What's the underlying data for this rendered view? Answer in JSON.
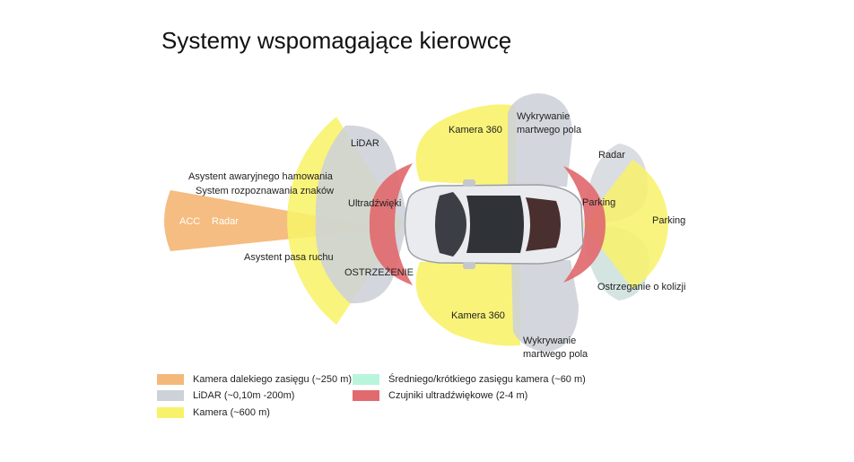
{
  "title": "Systemy wspomagające kierowcę",
  "colors": {
    "long_range": "#f4b97a",
    "lidar": "#cdd2d8",
    "camera": "#f8f26a",
    "mid_short": "#b9f5dc",
    "ultrasonic": "#e16a6f",
    "car_body": "#e9ebee"
  },
  "labels": {
    "acc": "ACC",
    "radar_front": "Radar",
    "emergency_brake": "Asystent awaryjnego hamowania",
    "sign_recognition": "System rozpoznawania znaków",
    "lane_assist": "Asystent pasa ruchu",
    "lidar": "LiDAR",
    "ultrasonic": "Ultradźwięki",
    "warning": "OSTRZEŻENIE",
    "camera360_top": "Kamera 360",
    "camera360_bottom": "Kamera 360",
    "blind_spot_top": [
      "Wykrywanie",
      "martwego pola"
    ],
    "blind_spot_bottom": [
      "Wykrywanie",
      "martwego pola"
    ],
    "radar_rear": "Radar",
    "parking_rear_inner": "Parking",
    "parking_rear_outer": "Parking",
    "collision_warning": "Ostrzeganie o kolizji"
  },
  "legend": [
    {
      "label": "Kamera dalekiego zasięgu (~250 m)",
      "color": "#f4b97a"
    },
    {
      "label": "LiDAR (~0,10m -200m)",
      "color": "#cdd2d8"
    },
    {
      "label": "Kamera (~600 m)",
      "color": "#f8f26a"
    },
    {
      "label": "Średniego/krótkiego zasięgu kamera (~60 m)",
      "color": "#b9f5dc"
    },
    {
      "label": "Czujniki ultradźwiękowe (2-4 m)",
      "color": "#e16a6f"
    }
  ]
}
